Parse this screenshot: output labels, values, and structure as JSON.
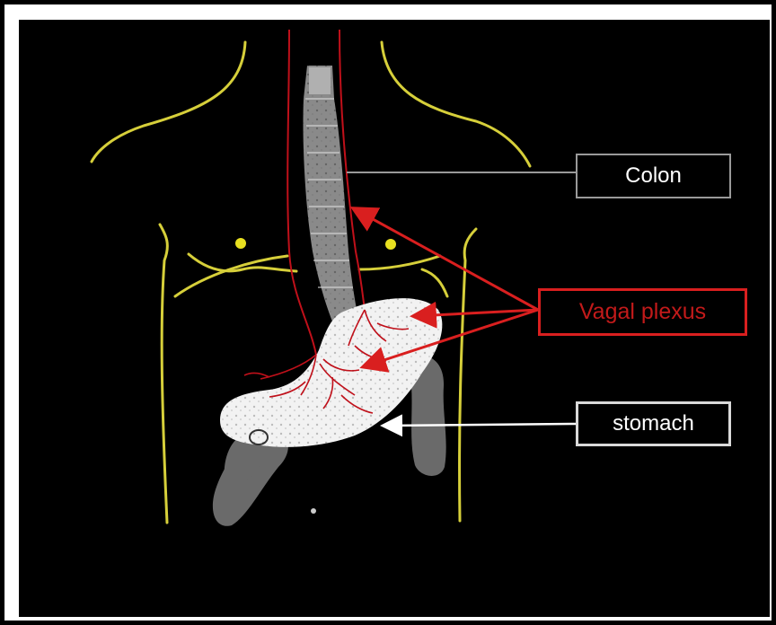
{
  "labels": {
    "colon": "Colon",
    "vagal_plexus": "Vagal plexus",
    "stomach": "stomach"
  },
  "colors": {
    "background": "#000000",
    "body_outline": "#d6cf3a",
    "nerve": "#c0101a",
    "colon": "#8a8a8a",
    "stomach": "#f2f2f2",
    "intestine": "#6a6a6a",
    "colon_label_border": "#9a9a9a",
    "vagal_label_border": "#d91f1f",
    "stomach_label_border": "#d9d9d9"
  }
}
